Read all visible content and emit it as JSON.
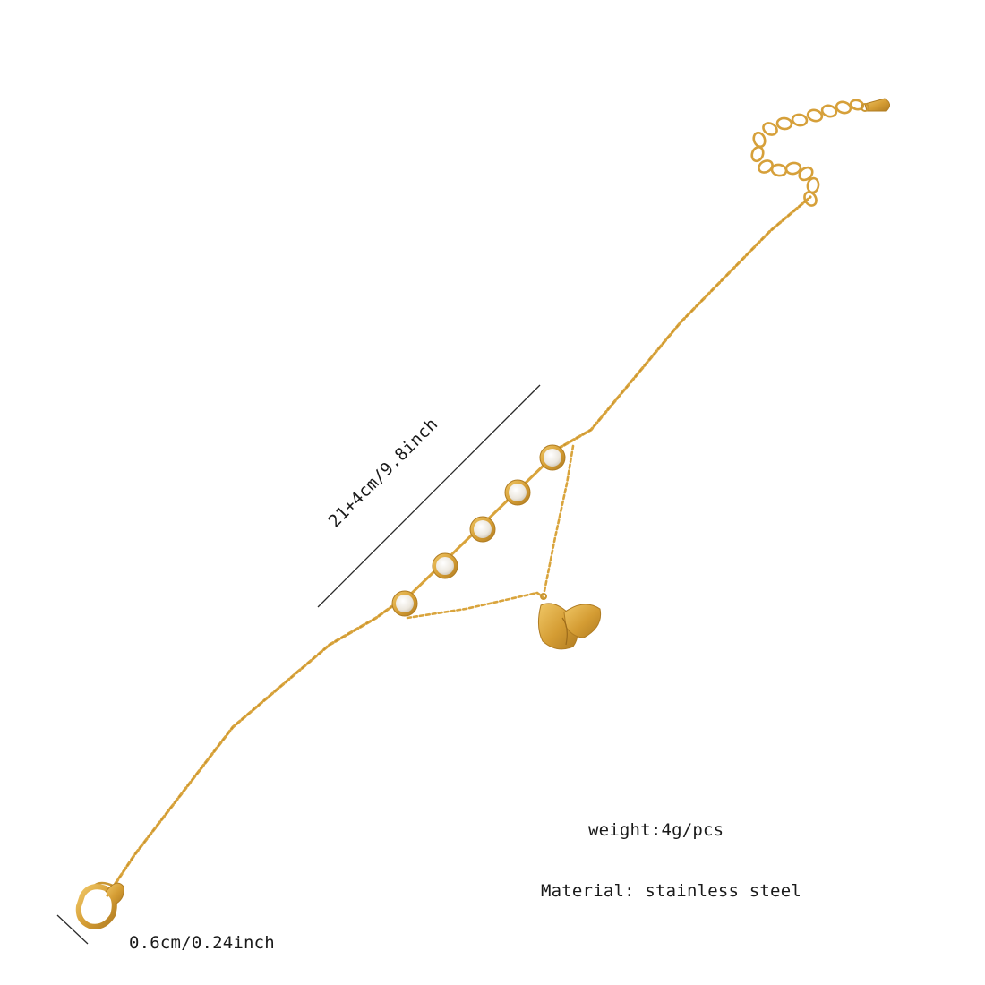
{
  "labels": {
    "length": "21+4cm/9.8inch",
    "weight": "weight:4g/pcs",
    "material": "Material: stainless steel",
    "clasp_size": "0.6cm/0.24inch"
  },
  "colors": {
    "background": "#ffffff",
    "gold": "#d9a43c",
    "gold_dark": "#b98524",
    "pearl": "#f2efe9",
    "text": "#1a1a1a"
  }
}
